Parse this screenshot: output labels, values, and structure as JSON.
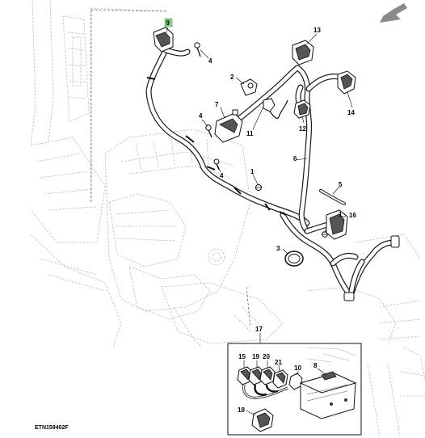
{
  "figure": {
    "reference_code": "ETN159402F",
    "highlight_color": "#8fd18f",
    "orientation_arrow_icon": "arrow-down-left-icon"
  },
  "callouts": [
    {
      "id": "c9",
      "label": "9",
      "highlighted": true
    },
    {
      "id": "c4a",
      "label": "4"
    },
    {
      "id": "c4b",
      "label": "4"
    },
    {
      "id": "c4c",
      "label": "4"
    },
    {
      "id": "c2",
      "label": "2"
    },
    {
      "id": "c7",
      "label": "7"
    },
    {
      "id": "c11",
      "label": "11"
    },
    {
      "id": "c13",
      "label": "13"
    },
    {
      "id": "c12",
      "label": "12"
    },
    {
      "id": "c14",
      "label": "14"
    },
    {
      "id": "c6",
      "label": "6"
    },
    {
      "id": "c1a",
      "label": "1"
    },
    {
      "id": "c1b",
      "label": "1"
    },
    {
      "id": "c5",
      "label": "5"
    },
    {
      "id": "c16",
      "label": "16"
    },
    {
      "id": "c3",
      "label": "3"
    },
    {
      "id": "c17",
      "label": "17"
    }
  ],
  "detail_callouts": [
    {
      "id": "d15",
      "label": "15"
    },
    {
      "id": "d19",
      "label": "19"
    },
    {
      "id": "d20",
      "label": "20"
    },
    {
      "id": "d21",
      "label": "21"
    },
    {
      "id": "d10",
      "label": "10"
    },
    {
      "id": "d8",
      "label": "8"
    },
    {
      "id": "d18",
      "label": "18"
    }
  ]
}
